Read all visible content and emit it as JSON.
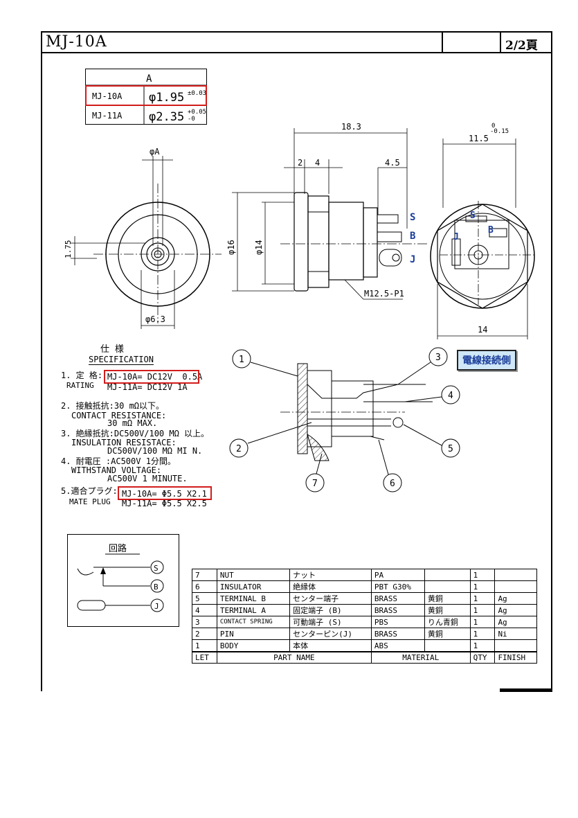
{
  "header": {
    "title": "MJ-10A",
    "page": "2/2頁"
  },
  "dim_table": {
    "header": "A",
    "rows": [
      {
        "model": "MJ-10A",
        "value": "φ1.95",
        "tol": "±0.03"
      },
      {
        "model": "MJ-11A",
        "value": "φ2.35",
        "tol_top": "+0.05",
        "tol_bot": "-0"
      }
    ]
  },
  "front_view": {
    "phi_a": "φA",
    "dim_175": "1.75",
    "dim_63": "φ6.3"
  },
  "side_view": {
    "d183": "18.3",
    "d2": "2",
    "d4": "4",
    "d45": "4.5",
    "d16": "φ16",
    "d14": "φ14",
    "thread": "M12.5-P1",
    "s": "S",
    "b": "B",
    "j": "J"
  },
  "rear_view": {
    "d115": "11.5",
    "tol_top": "0",
    "tol_bot": "-0.15",
    "d14": "14",
    "s": "S",
    "b": "B",
    "j": "J"
  },
  "spec": {
    "title": "仕 様",
    "subtitle": "SPECIFICATION",
    "lines": [
      "1. 定 格:",
      "RATING",
      "MJ-10A= DC12V  0.5A",
      "MJ-11A= DC12V 1A",
      "2. 接触抵抗:30 mΩ以下。",
      "CONTACT RESISTANCE:",
      "30 mΩ MAX.",
      "3. 絶縁抵抗:DC500V/100 MΩ 以上。",
      "INSULATION RESISTACE:",
      "DC500V/100 MΩ MI N.",
      "4. 耐電圧 :AC500V 1分間。",
      "WITHSTAND VOLTAGE:",
      "AC500V 1 MINUTE.",
      "5.適合プラグ:",
      "MATE PLUG",
      "MJ-10A= Φ5.5 X2.1",
      "MJ-11A= Φ5.5 X2.5"
    ]
  },
  "section": {
    "tag": "電線接続側",
    "callouts": [
      "1",
      "2",
      "3",
      "4",
      "5",
      "6",
      "7"
    ]
  },
  "circuit": {
    "title": "回路",
    "s": "S",
    "b": "B",
    "j": "J"
  },
  "parts_table": {
    "rows": [
      [
        "7",
        "NUT",
        "ナット",
        "PA",
        "",
        "1",
        ""
      ],
      [
        "6",
        "INSULATOR",
        "絶縁体",
        "PBT G30%",
        "",
        "1",
        ""
      ],
      [
        "5",
        "TERMINAL B",
        "センター端子",
        "BRASS",
        "黄銅",
        "1",
        "Ag"
      ],
      [
        "4",
        "TERMINAL A",
        "固定端子 (B)",
        "BRASS",
        "黄銅",
        "1",
        "Ag"
      ],
      [
        "3",
        "CONTACT SPRING",
        "可動端子 (S)",
        "PBS",
        "りん青銅",
        "1",
        "Ag"
      ],
      [
        "2",
        "PIN",
        "センターピン(J)",
        "BRASS",
        "黄銅",
        "1",
        "Ni"
      ],
      [
        "1",
        "BODY",
        "本体",
        "ABS",
        "",
        "1",
        ""
      ]
    ],
    "head": [
      "LET",
      "PART NAME",
      "MATERIAL",
      "QTY",
      "FINISH"
    ]
  }
}
